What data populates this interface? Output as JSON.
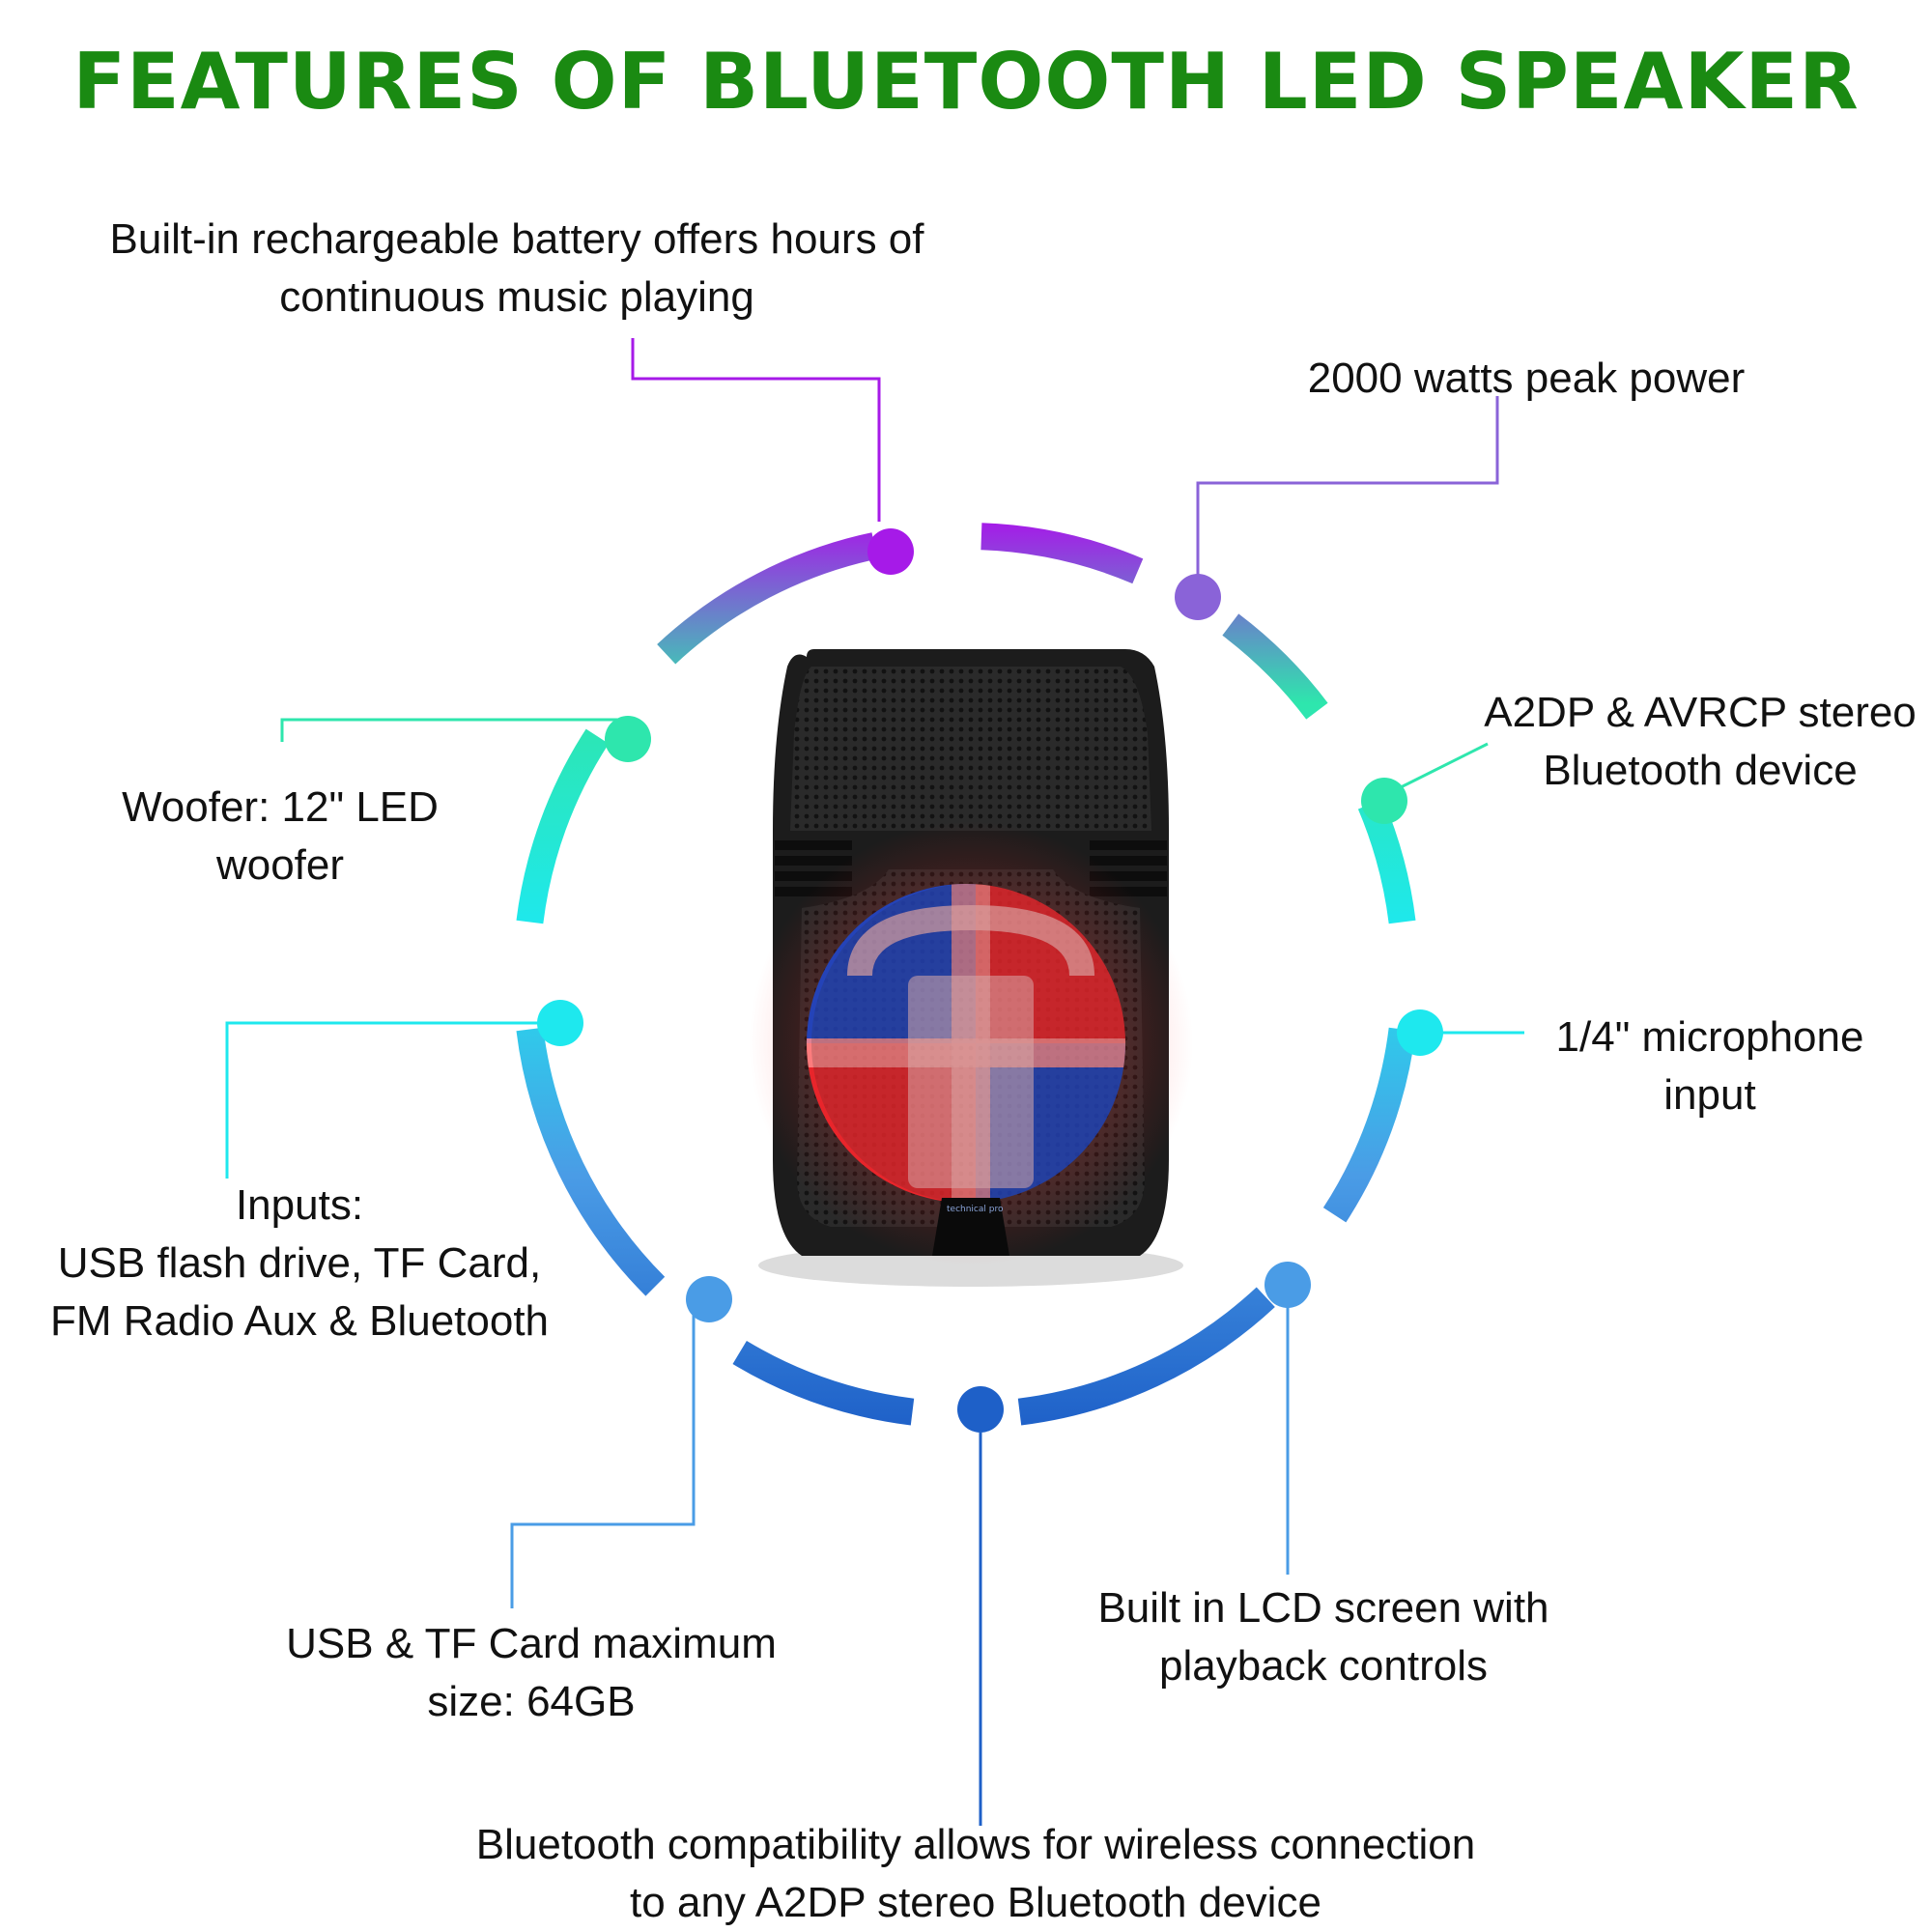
{
  "title": "FEATURES OF BLUETOOTH LED SPEAKER",
  "product": {
    "name": "Bluetooth LED speaker",
    "icon": "speaker-image",
    "brand_mark": "technical pro"
  },
  "features": [
    {
      "id": "battery",
      "lines": [
        "Built-in rechargeable battery offers hours of",
        "continuous music playing"
      ],
      "color": "#a61ae8"
    },
    {
      "id": "power",
      "lines": [
        "2000 watts peak power"
      ],
      "color": "#8a63d8"
    },
    {
      "id": "bluetooth-device",
      "lines": [
        "A2DP & AVRCP stereo",
        "Bluetooth device"
      ],
      "color": "#2ee6ad"
    },
    {
      "id": "microphone",
      "lines": [
        "1/4\" microphone",
        "input"
      ],
      "color": "#1ee8ee"
    },
    {
      "id": "lcd",
      "lines": [
        "Built in LCD screen with",
        "playback controls"
      ],
      "color": "#4a9ce6"
    },
    {
      "id": "compatibility",
      "lines": [
        "Bluetooth compatibility allows for wireless connection",
        "to any A2DP stereo Bluetooth device"
      ],
      "color": "#1e60c8"
    },
    {
      "id": "card-size",
      "lines": [
        "USB & TF Card maximum",
        "size: 64GB"
      ],
      "color": "#4a9ce6"
    },
    {
      "id": "inputs",
      "lines": [
        "Inputs:",
        "USB flash drive, TF Card,",
        "FM Radio Aux & Bluetooth"
      ],
      "color": "#1ee8ee"
    },
    {
      "id": "woofer",
      "lines": [
        "Woofer: 12\" LED",
        "woofer"
      ],
      "color": "#2ee6ad"
    }
  ],
  "colors": {
    "title": "#1a8a12",
    "ring_top": "#a61ae8",
    "ring_middle": "#1ee8ee",
    "ring_bottom": "#1e60c8"
  }
}
